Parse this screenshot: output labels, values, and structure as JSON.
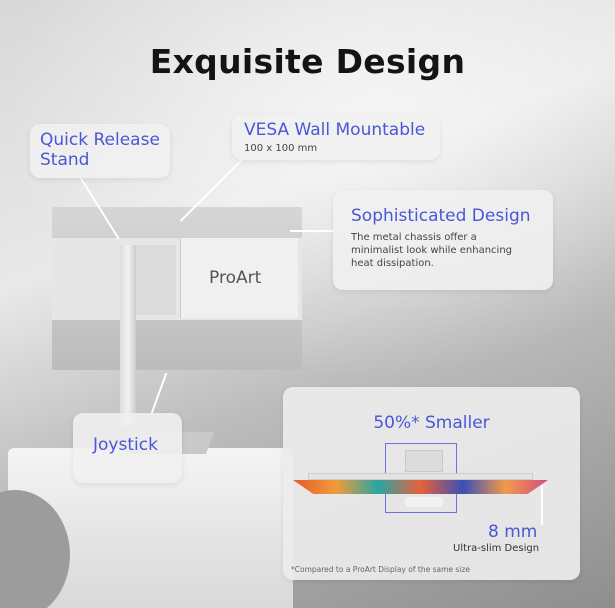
{
  "title": "Exquisite Design",
  "callouts": {
    "quick_release": {
      "label": "Quick Release Stand"
    },
    "vesa": {
      "label": "VESA Wall Mountable",
      "detail": "100 x 100 mm"
    },
    "sophisticated": {
      "label": "Sophisticated Design",
      "detail": "The metal chassis offer a minimalist look while enhancing heat dissipation."
    },
    "joystick": {
      "label": "Joystick"
    }
  },
  "slim_panel": {
    "headline": "50%* Smaller",
    "thickness": "8 mm",
    "thickness_caption": "Ultra-slim Design",
    "footnote": "*Compared to a ProArt Display of the same size"
  },
  "brand": "ProArt",
  "colors": {
    "accent": "#4a57d6"
  }
}
